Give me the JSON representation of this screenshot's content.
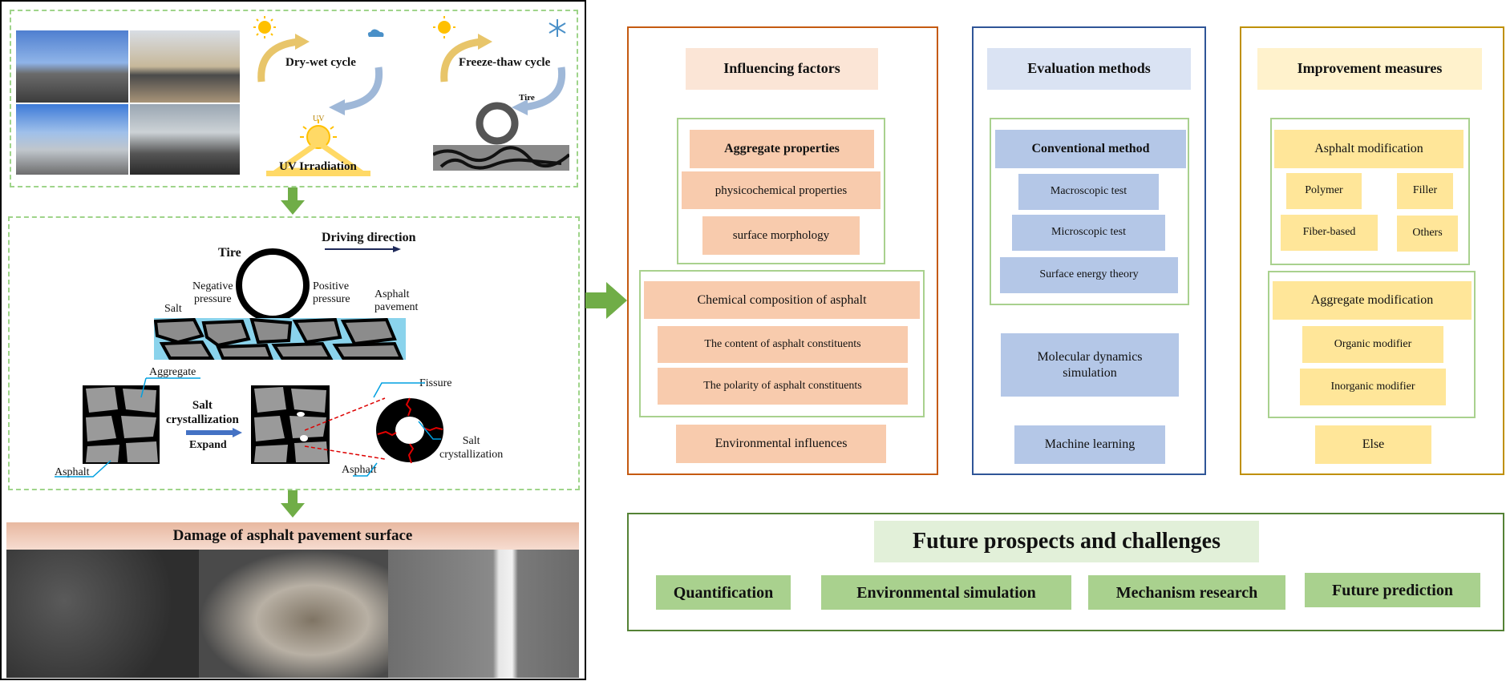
{
  "left": {
    "top_panel": {
      "dry_wet": "Dry-wet cycle",
      "freeze_thaw": "Freeze-thaw cycle",
      "tire_small": "Tire",
      "uv": "UV Irradiation",
      "uv_badge": "UV"
    },
    "middle_panel": {
      "driving_direction": "Driving direction",
      "tire": "Tire",
      "negative_pressure": "Negative\npressure",
      "positive_pressure": "Positive\npressure",
      "asphalt_pavement": "Asphalt\npavement",
      "salt": "Salt",
      "aggregate": "Aggregate",
      "asphalt_left": "Asphalt",
      "salt_cryst": "Salt\ncrystallization",
      "expand": "Expand",
      "fissure": "Fissure",
      "asphalt_right": "Asphalt",
      "salt_cryst_right": "Salt\ncrystallization"
    },
    "bottom_panel": {
      "title": "Damage of asphalt pavement surface"
    }
  },
  "influencing": {
    "title": "Influencing factors",
    "aggregate_props": "Aggregate properties",
    "physico": "physicochemical properties",
    "surface": "surface morphology",
    "chem_comp": "Chemical composition of asphalt",
    "content": "The content of asphalt constituents",
    "polarity": "The polarity of asphalt constituents",
    "environmental": "Environmental influences"
  },
  "evaluation": {
    "title": "Evaluation methods",
    "conventional": "Conventional method",
    "macro": "Macroscopic test",
    "micro": "Microscopic test",
    "surface_energy": "Surface energy theory",
    "md": "Molecular dynamics\nsimulation",
    "ml": "Machine learning"
  },
  "improvement": {
    "title": "Improvement measures",
    "asphalt_mod": "Asphalt modification",
    "polymer": "Polymer",
    "filler": "Filler",
    "fiber": "Fiber-based",
    "others": "Others",
    "aggregate_mod": "Aggregate modification",
    "organic": "Organic modifier",
    "inorganic": "Inorganic modifier",
    "else": "Else"
  },
  "future": {
    "title": "Future prospects and challenges",
    "items": [
      "Quantification",
      "Environmental simulation",
      "Mechanism research",
      "Future prediction"
    ]
  },
  "colors": {
    "orange_frame": "#c55a11",
    "blue_frame": "#2f5597",
    "gold_frame": "#bf9000",
    "green_frame": "#548235",
    "arrow_green": "#70ad47"
  }
}
